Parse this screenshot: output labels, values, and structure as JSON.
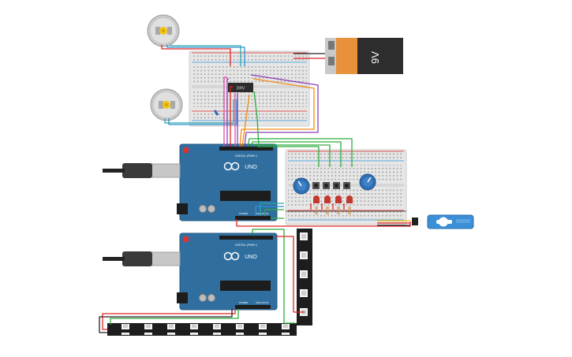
{
  "battery": {
    "label": "9V"
  },
  "driver_ic": {
    "label": "DRV"
  },
  "arduinos": [
    {
      "brand": "UNO",
      "header_label": "DIGITAL (PWM~)",
      "power_label": "POWER",
      "analog_label": "ANALOG IN"
    },
    {
      "brand": "UNO",
      "header_label": "DIGITAL (PWM~)",
      "power_label": "POWER",
      "analog_label": "ANALOG IN"
    }
  ],
  "colors": {
    "board_blue": "#2f6e9e",
    "breadboard": "#e6e6e6",
    "battery_orange": "#e8913b",
    "battery_black": "#2d2d2d",
    "wire_red": "#e02424",
    "wire_green": "#2eae3d",
    "wire_orange": "#f08a13",
    "wire_purple": "#8b3fb8",
    "wire_pink": "#e24aa6",
    "wire_blue": "#2f8fd8",
    "wire_teal": "#2aa9a9",
    "wire_yellow": "#f2c40f",
    "wire_black": "#222222",
    "servo_blue": "#3b8fd6",
    "led_red": "#c23a2e"
  },
  "icons": [
    "dc-motor-icon",
    "usb-cable-icon",
    "potentiometer-icon",
    "pushbutton-icon",
    "led-icon",
    "servo-icon",
    "neopixel-strip-icon"
  ]
}
